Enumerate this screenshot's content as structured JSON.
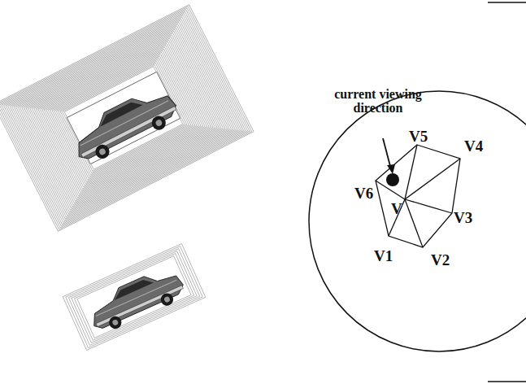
{
  "diagram": {
    "labels": [
      "current viewing direction",
      "V5",
      "V4",
      "V6",
      "V",
      "V3",
      "V1",
      "V2"
    ]
  }
}
